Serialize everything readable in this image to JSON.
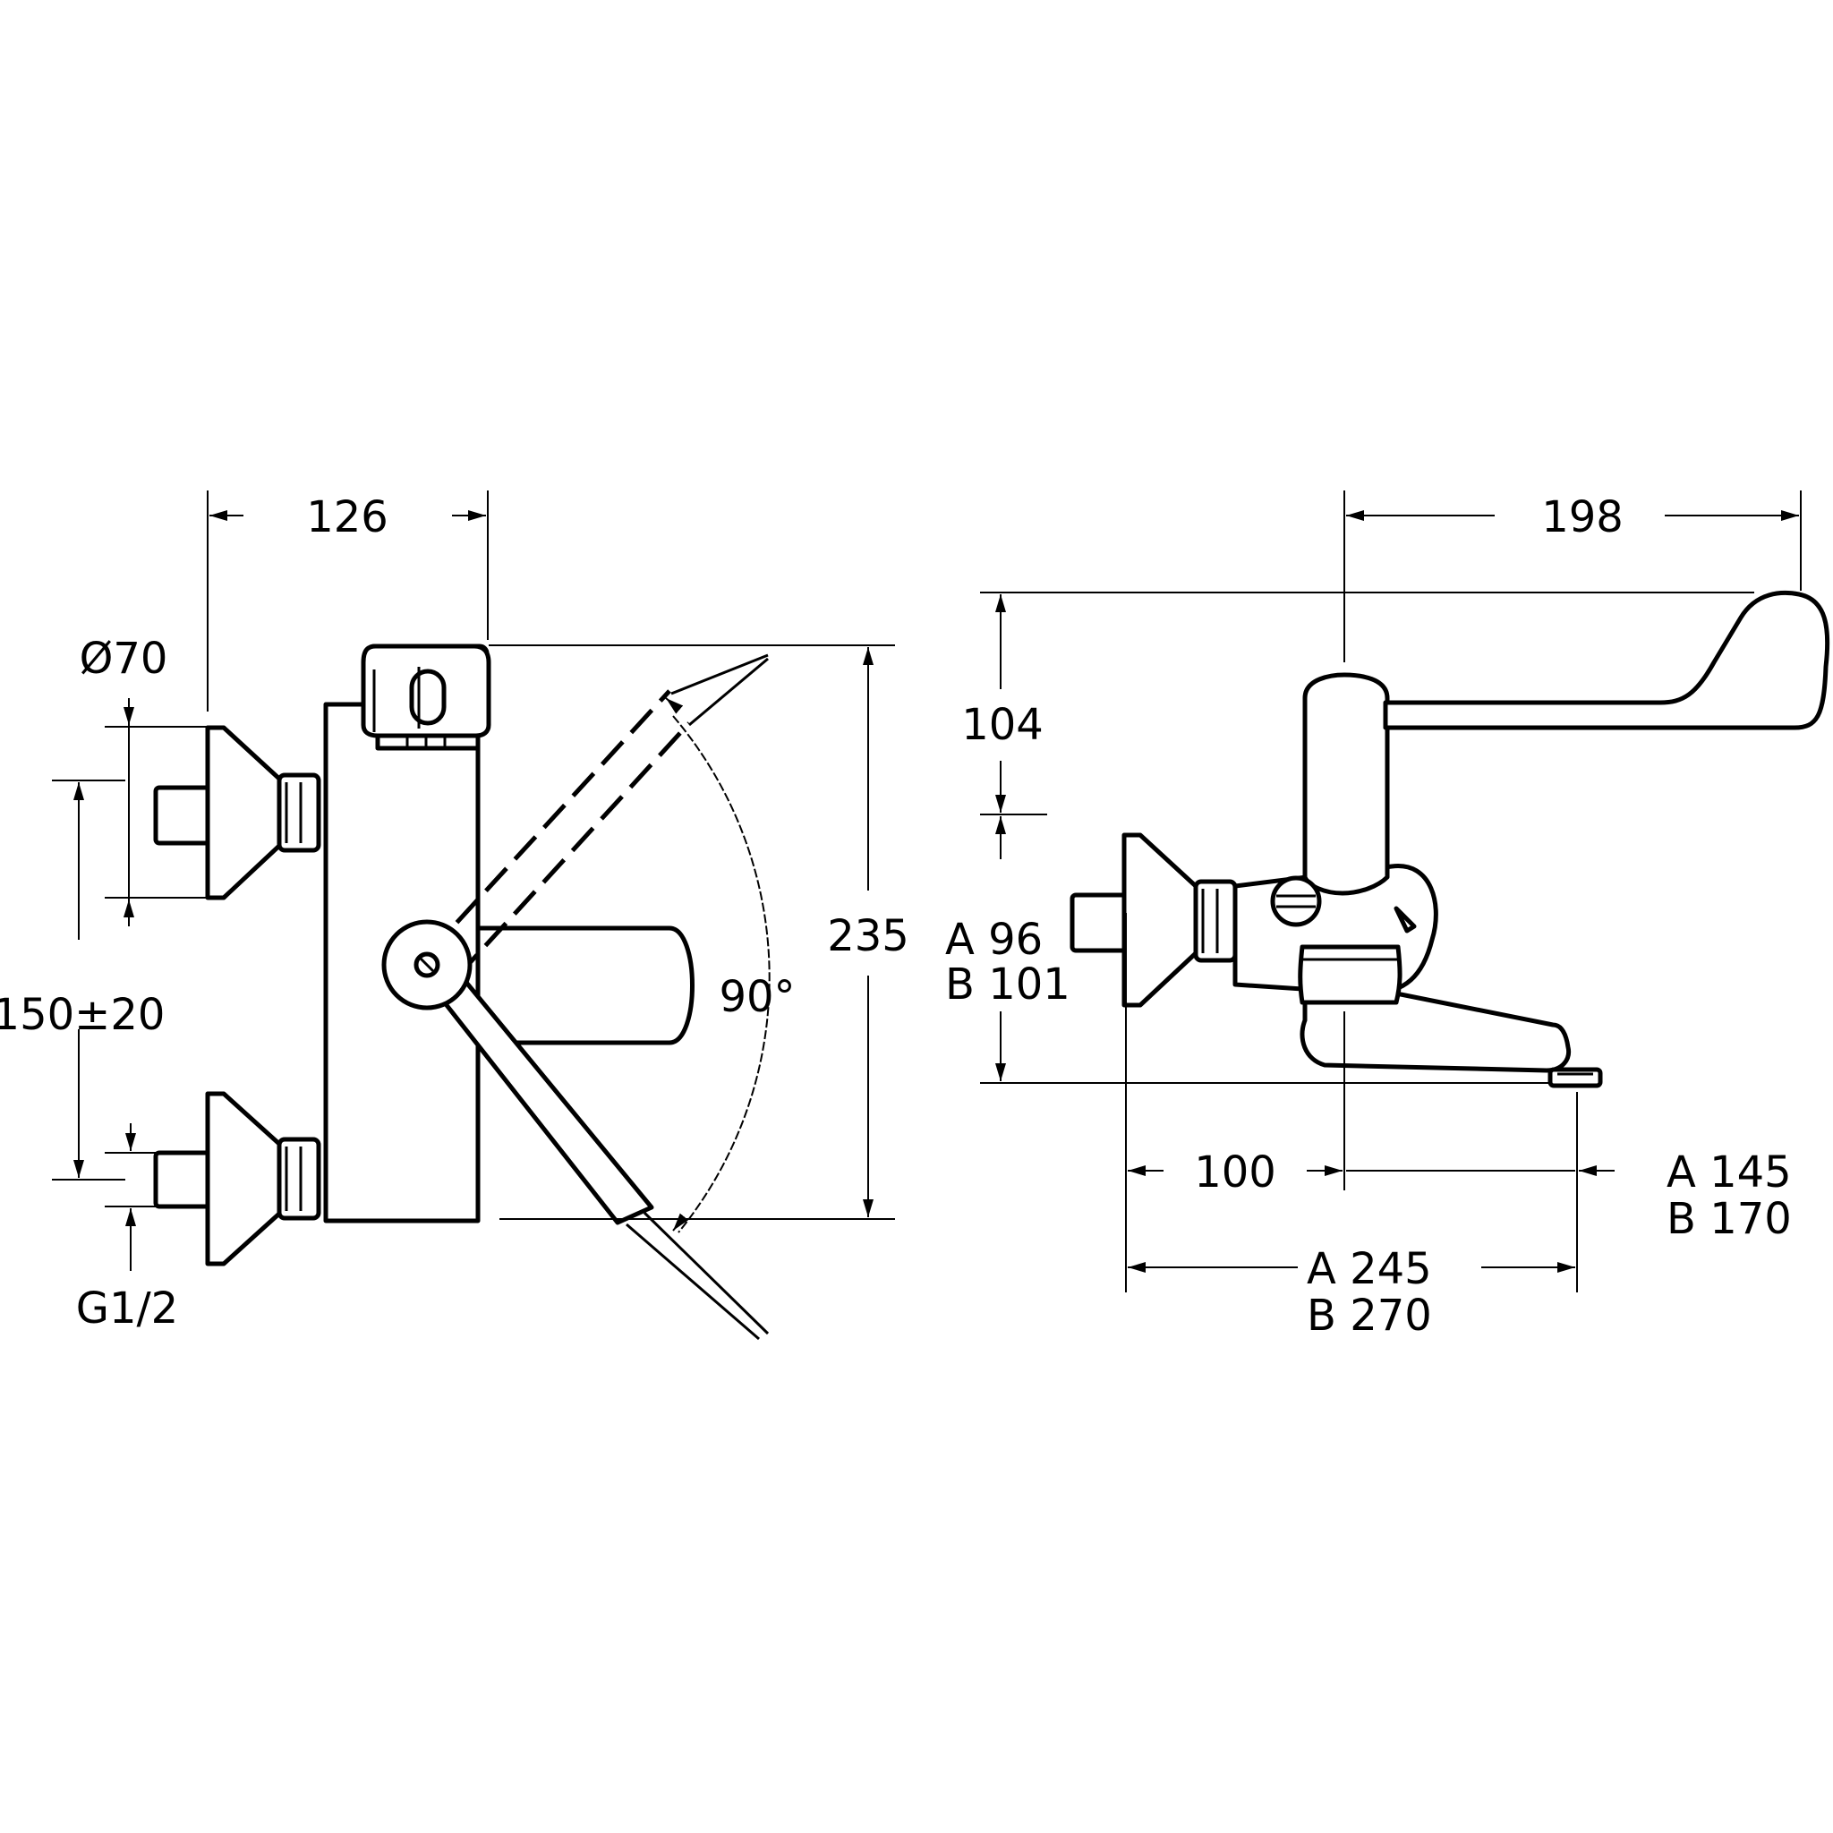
{
  "colors": {
    "line": "#000000",
    "background": "#ffffff"
  },
  "left_view": {
    "width_dim": "126",
    "diameter_dim": "Ø70",
    "height_dim": "235",
    "spacing_dim": "150±20",
    "thread_dim": "G1/2",
    "angle_dim": "90°"
  },
  "right_view": {
    "reach_dim": "198",
    "top_height_dim": "104",
    "bottom_height_a": "A  96",
    "bottom_height_b": "B  101",
    "wall_to_axis_dim": "100",
    "axis_to_outlet_a": "A  145",
    "axis_to_outlet_b": "B  170",
    "total_reach_a": "A  245",
    "total_reach_b": "B  270"
  }
}
